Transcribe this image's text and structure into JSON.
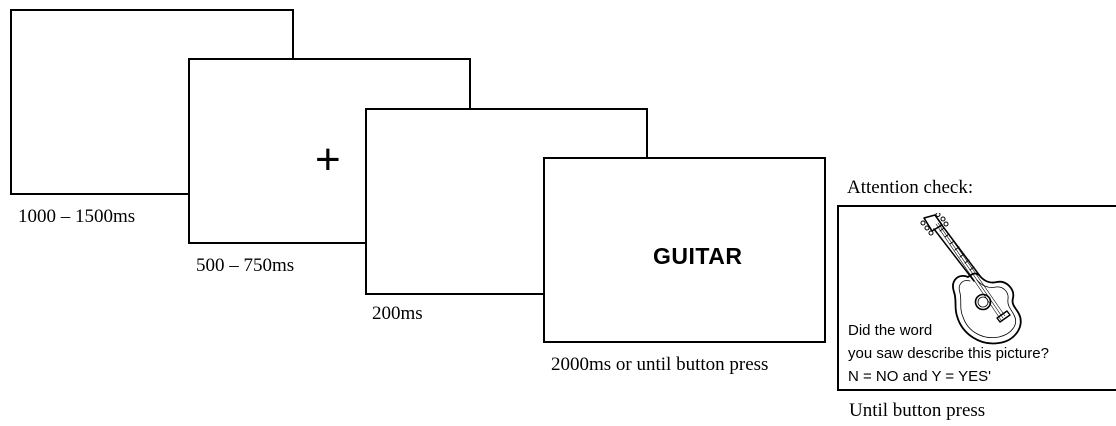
{
  "screens": [
    {
      "duration": "1000 – 1500ms"
    },
    {
      "stimulus": "+",
      "duration": "500 – 750ms"
    },
    {
      "duration": "200ms"
    },
    {
      "stimulus": "GUITAR",
      "duration": "2000ms or until button press"
    }
  ],
  "attention_check": {
    "title": "Attention check:",
    "picture_icon": "guitar-icon",
    "question_lines": [
      "Did the word",
      "you saw describe this picture?",
      "N = NO and Y = YES'"
    ],
    "duration": "Until button press"
  }
}
